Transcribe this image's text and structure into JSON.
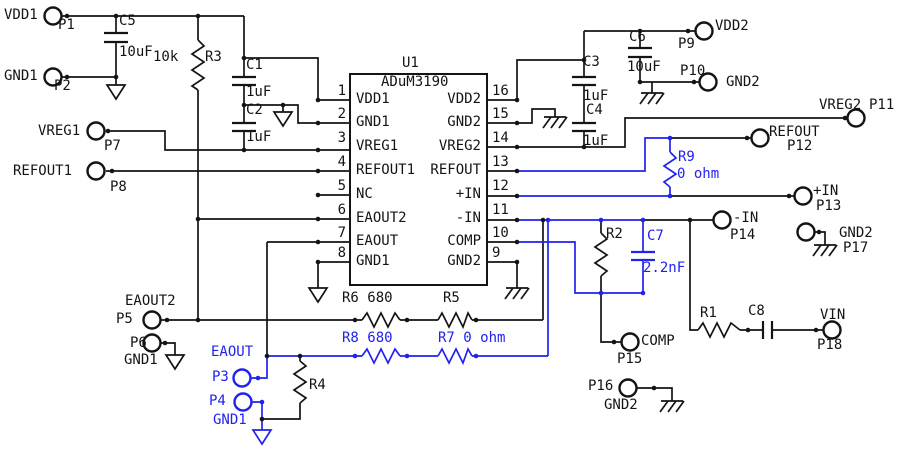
{
  "colors": {
    "wire": "#141414",
    "highlight_blue": "#2222ee",
    "background": "#ffffff"
  },
  "ic": {
    "refdes": "U1",
    "part": "ADuM3190",
    "left_pins": [
      {
        "num": "1",
        "name": "VDD1"
      },
      {
        "num": "2",
        "name": "GND1"
      },
      {
        "num": "3",
        "name": "VREG1"
      },
      {
        "num": "4",
        "name": "REFOUT1"
      },
      {
        "num": "5",
        "name": "NC"
      },
      {
        "num": "6",
        "name": "EAOUT2"
      },
      {
        "num": "7",
        "name": "EAOUT"
      },
      {
        "num": "8",
        "name": "GND1"
      }
    ],
    "right_pins": [
      {
        "num": "16",
        "name": "VDD2"
      },
      {
        "num": "15",
        "name": "GND2"
      },
      {
        "num": "14",
        "name": "VREG2"
      },
      {
        "num": "13",
        "name": "REFOUT"
      },
      {
        "num": "12",
        "name": "+IN"
      },
      {
        "num": "11",
        "name": "-IN"
      },
      {
        "num": "10",
        "name": "COMP"
      },
      {
        "num": "9",
        "name": "GND2"
      }
    ]
  },
  "connectors": {
    "p1": {
      "id": "P1",
      "net": "VDD1"
    },
    "p2": {
      "id": "P2",
      "net": "GND1"
    },
    "p3": {
      "id": "P3",
      "net": "EAOUT"
    },
    "p4": {
      "id": "P4",
      "net": "GND1"
    },
    "p5": {
      "id": "P5",
      "net": "EAOUT2"
    },
    "p6": {
      "id": "P6",
      "net": "GND1"
    },
    "p7": {
      "id": "P7",
      "net": "VREG1"
    },
    "p8": {
      "id": "P8",
      "net": "REFOUT1"
    },
    "p9": {
      "id": "P9",
      "net": "VDD2"
    },
    "p10": {
      "id": "P10",
      "net": "GND2"
    },
    "p11": {
      "id": "P11",
      "net": "VREG2"
    },
    "p12": {
      "id": "P12",
      "net": "REFOUT"
    },
    "p13": {
      "id": "P13",
      "net": "+IN"
    },
    "p14": {
      "id": "P14",
      "net": "-IN"
    },
    "p15": {
      "id": "P15",
      "net": "COMP"
    },
    "p16": {
      "id": "P16",
      "net": "GND2"
    },
    "p17": {
      "id": "P17",
      "net": "GND2"
    },
    "p18": {
      "id": "P18",
      "net": "VIN"
    }
  },
  "components": {
    "c5": {
      "ref": "C5",
      "value": "10uF"
    },
    "r3": {
      "ref": "R3",
      "value": "10k"
    },
    "c1": {
      "ref": "C1",
      "value": "1uF"
    },
    "c2": {
      "ref": "C2",
      "value": "1uF"
    },
    "c3": {
      "ref": "C3",
      "value": "1uF"
    },
    "c4": {
      "ref": "C4",
      "value": "1uF"
    },
    "c6": {
      "ref": "C6",
      "value": "10uF"
    },
    "r9": {
      "ref": "R9",
      "value": "0 ohm"
    },
    "r2": {
      "ref": "R2"
    },
    "c7": {
      "ref": "C7",
      "value": "2.2nF"
    },
    "r6": {
      "label": "R6 680"
    },
    "r5": {
      "label": "R5"
    },
    "r8": {
      "label": "R8 680"
    },
    "r7": {
      "label": "R7 0 ohm"
    },
    "r4": {
      "label": "R4"
    },
    "r1": {
      "label": "R1"
    },
    "c8": {
      "label": "C8"
    }
  }
}
